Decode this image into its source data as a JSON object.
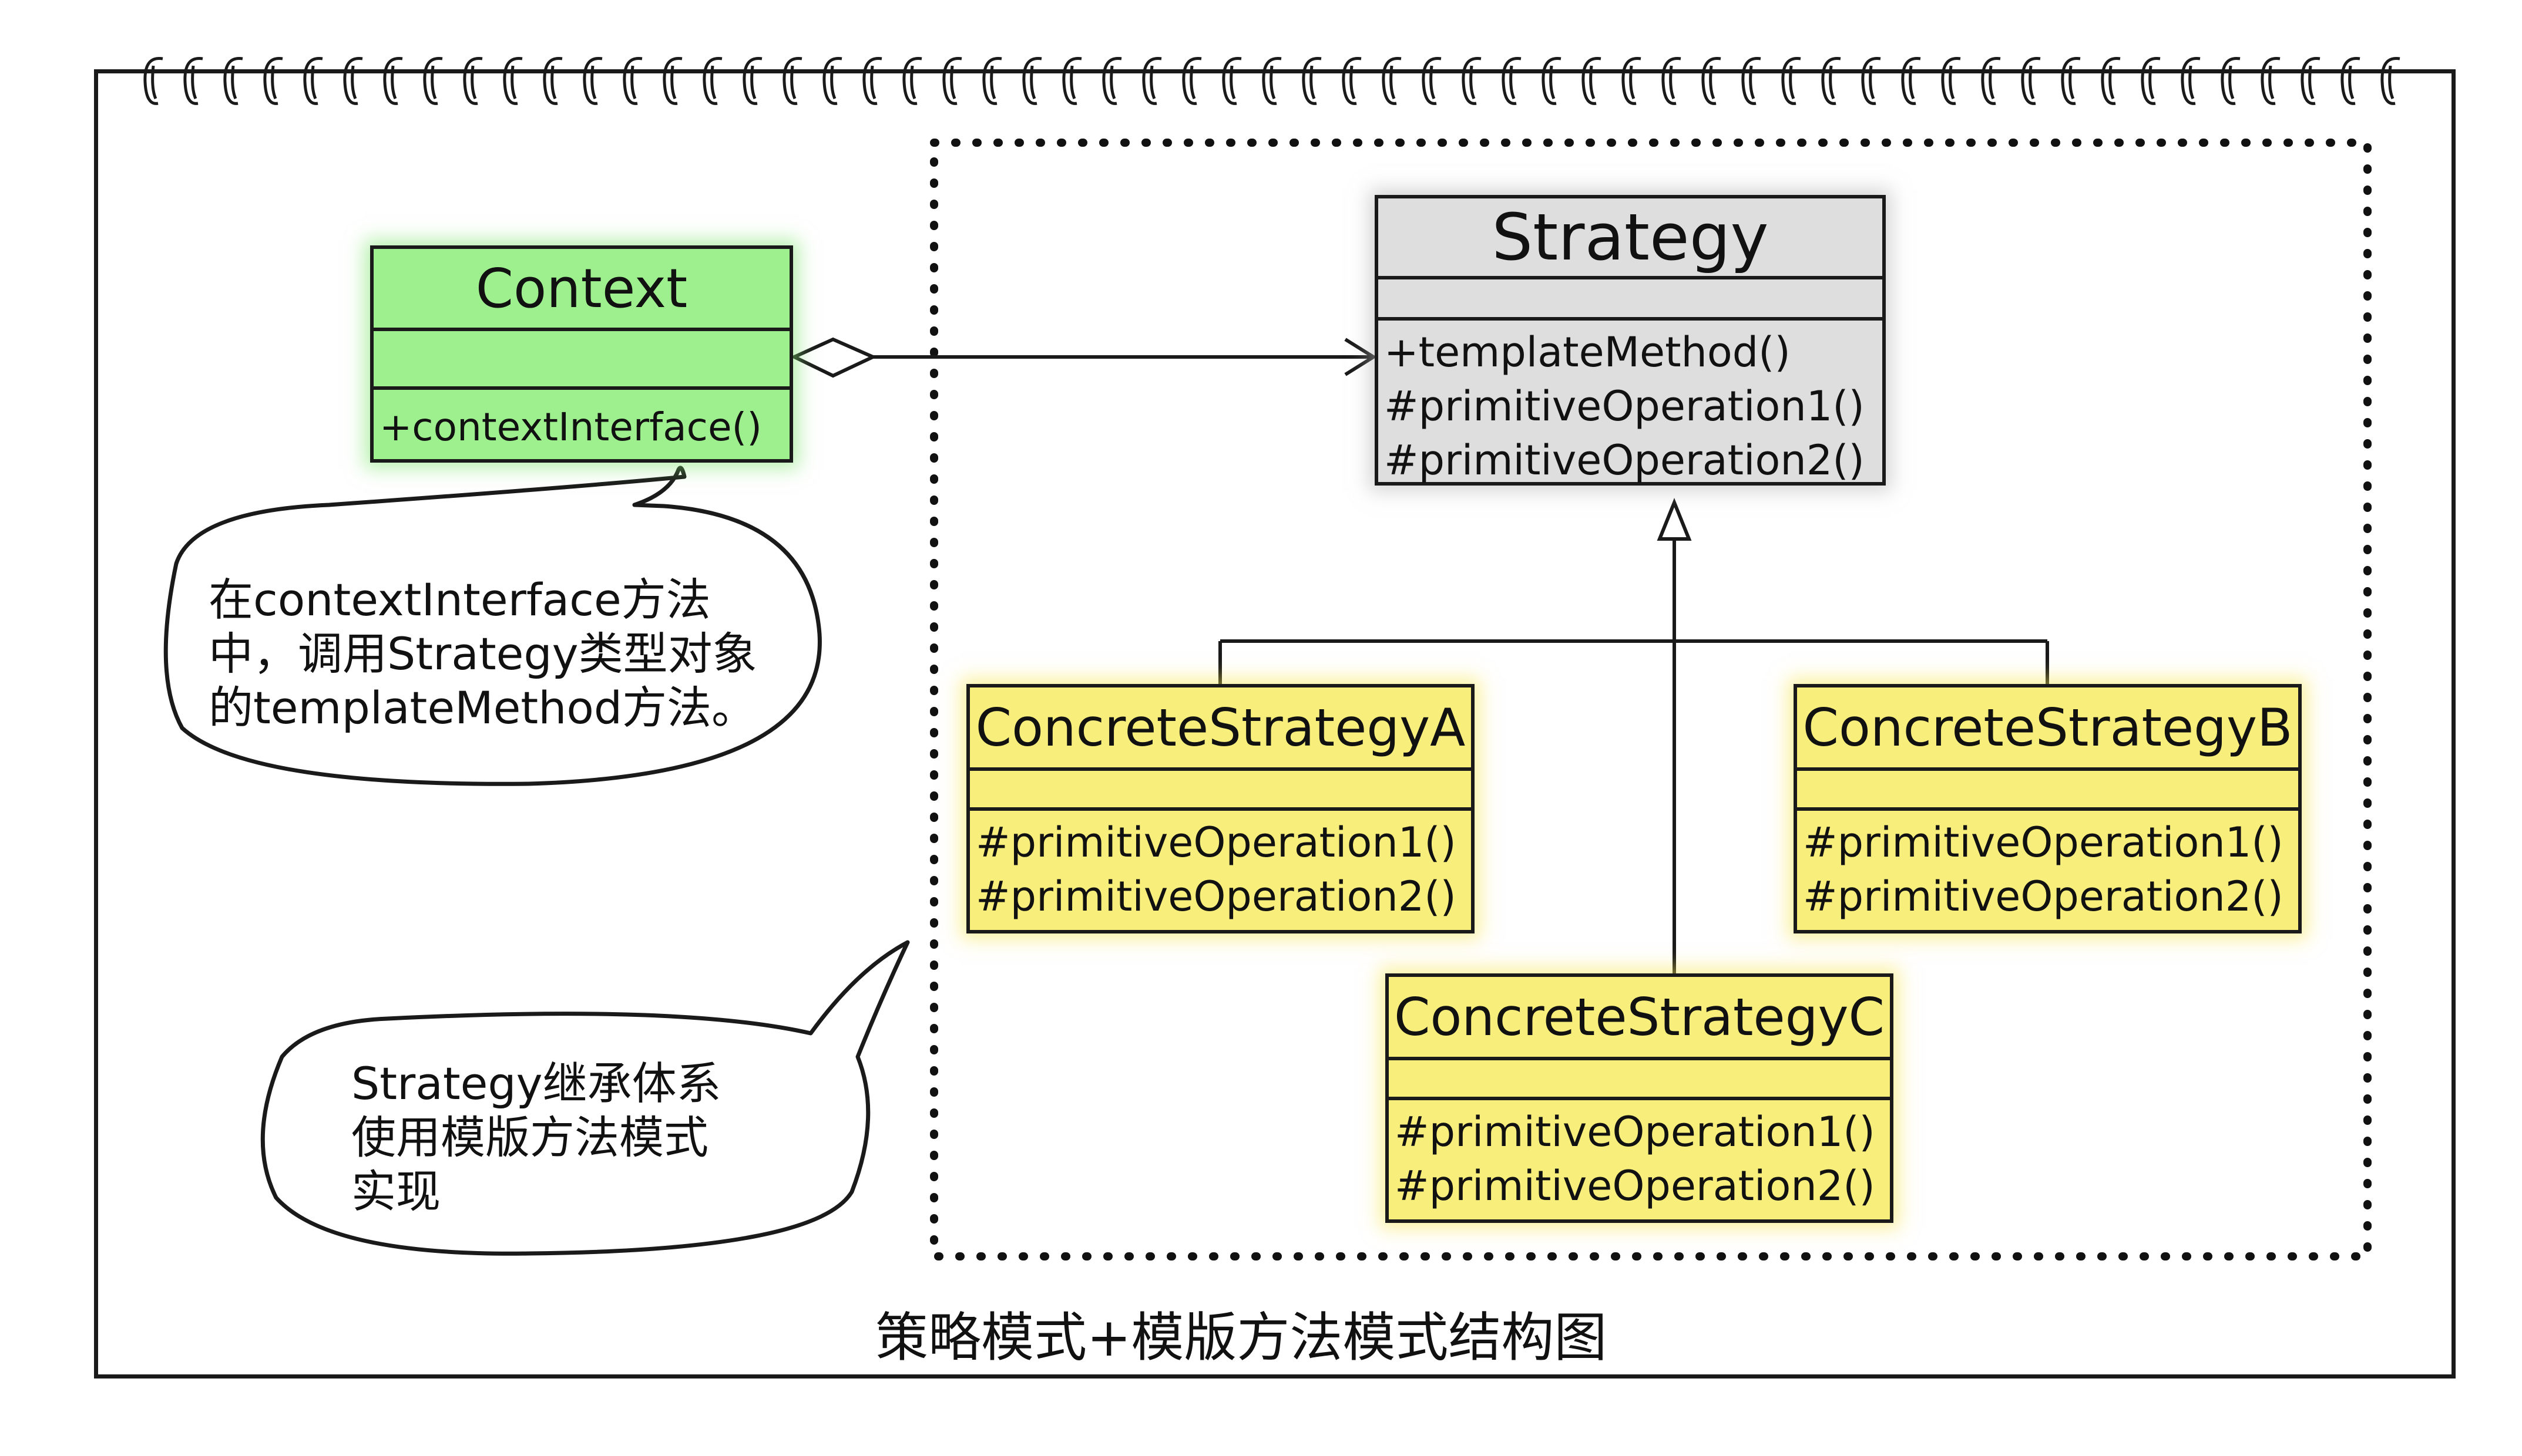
{
  "diagram": {
    "caption": "策略模式+模版方法模式结构图",
    "context_class": {
      "name": "Context",
      "operations": [
        "+contextInterface()"
      ]
    },
    "strategy_class": {
      "name": "Strategy",
      "operations": [
        "+templateMethod()",
        "#primitiveOperation1()",
        "#primitiveOperation2()"
      ]
    },
    "concrete_classes": [
      {
        "name": "ConcreteStrategyA",
        "operations": [
          "#primitiveOperation1()",
          "#primitiveOperation2()"
        ]
      },
      {
        "name": "ConcreteStrategyB",
        "operations": [
          "#primitiveOperation1()",
          "#primitiveOperation2()"
        ]
      },
      {
        "name": "ConcreteStrategyC",
        "operations": [
          "#primitiveOperation1()",
          "#primitiveOperation2()"
        ]
      }
    ],
    "notes": {
      "context_note": "在contextInterface方法\n中，调用Strategy类型对象\n的templateMethod方法。",
      "strategy_note": "Strategy继承体系\n使用模版方法模式\n实现"
    },
    "relationships": [
      {
        "type": "aggregation",
        "from": "Context",
        "to": "Strategy"
      },
      {
        "type": "generalization",
        "from": "ConcreteStrategyA",
        "to": "Strategy"
      },
      {
        "type": "generalization",
        "from": "ConcreteStrategyB",
        "to": "Strategy"
      },
      {
        "type": "generalization",
        "from": "ConcreteStrategyC",
        "to": "Strategy"
      }
    ],
    "colors": {
      "context_fill": "#9ef08e",
      "strategy_fill": "#dedede",
      "concrete_fill": "#f8ee7c",
      "stroke": "#1a1a1a"
    }
  }
}
